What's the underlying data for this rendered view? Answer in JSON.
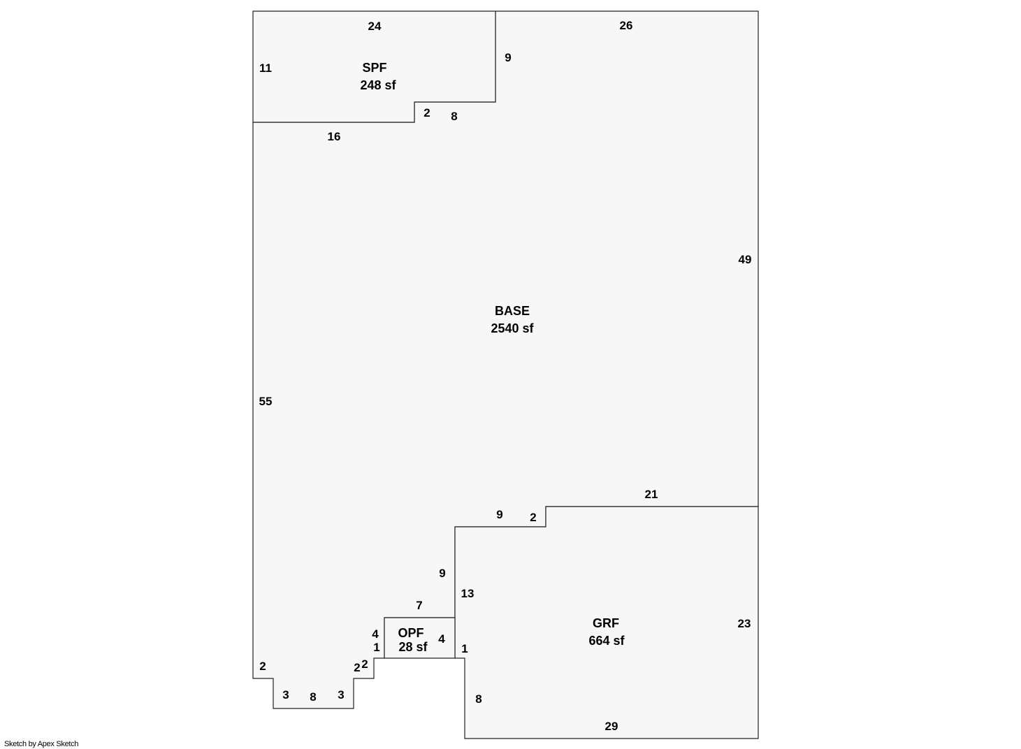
{
  "areas": {
    "spf": {
      "code": "SPF",
      "area": "248 sf"
    },
    "base": {
      "code": "BASE",
      "area": "2540 sf"
    },
    "grf": {
      "code": "GRF",
      "area": "664 sf"
    },
    "opf": {
      "code": "OPF",
      "area": "28 sf"
    }
  },
  "dimensions": {
    "spf_top": "24",
    "spf_left": "11",
    "spf_right": "9",
    "spf_notch_v": "2",
    "spf_notch_h": "8",
    "spf_bottom": "16",
    "base_top": "26",
    "base_right": "49",
    "base_left": "55",
    "grf_top_long": "21",
    "grf_step_v": "2",
    "grf_top_short": "9",
    "grf_left_9": "9",
    "grf_left_13": "13",
    "grf_right": "23",
    "grf_bottom": "29",
    "grf_lower_left": "8",
    "grf_small_1": "1",
    "opf_top": "7",
    "opf_right": "4",
    "opf_left": "4",
    "opf_small_1": "1",
    "bay_2_left": "2",
    "bay_2_right_a": "2",
    "bay_2_right_b": "2",
    "bay_3_left": "3",
    "bay_8": "8",
    "bay_3_right": "3"
  },
  "credit": "Sketch by Apex Sketch"
}
